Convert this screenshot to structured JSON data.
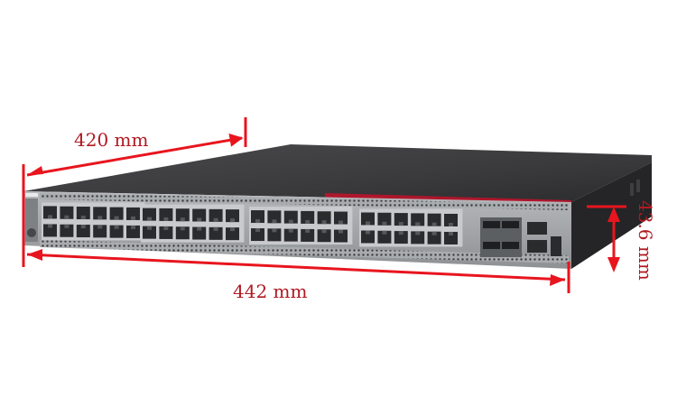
{
  "image": {
    "subject": "network-switch",
    "background_color": "#ffffff",
    "dimension_color": "#e8151e",
    "label_color": "#b01a22",
    "chassis_top_color": "#3a3a3c",
    "front_panel_color": "#9ea1a4",
    "port_color": "#2a2b2d",
    "accent_stripe_color": "#c4122a"
  },
  "dimensions": {
    "depth_label": "420 mm",
    "width_label": "442 mm",
    "height_label": "43.6 mm"
  },
  "ports": {
    "rj45_group_count": 4,
    "rj45_per_group": 12,
    "sfp_count": 4
  }
}
